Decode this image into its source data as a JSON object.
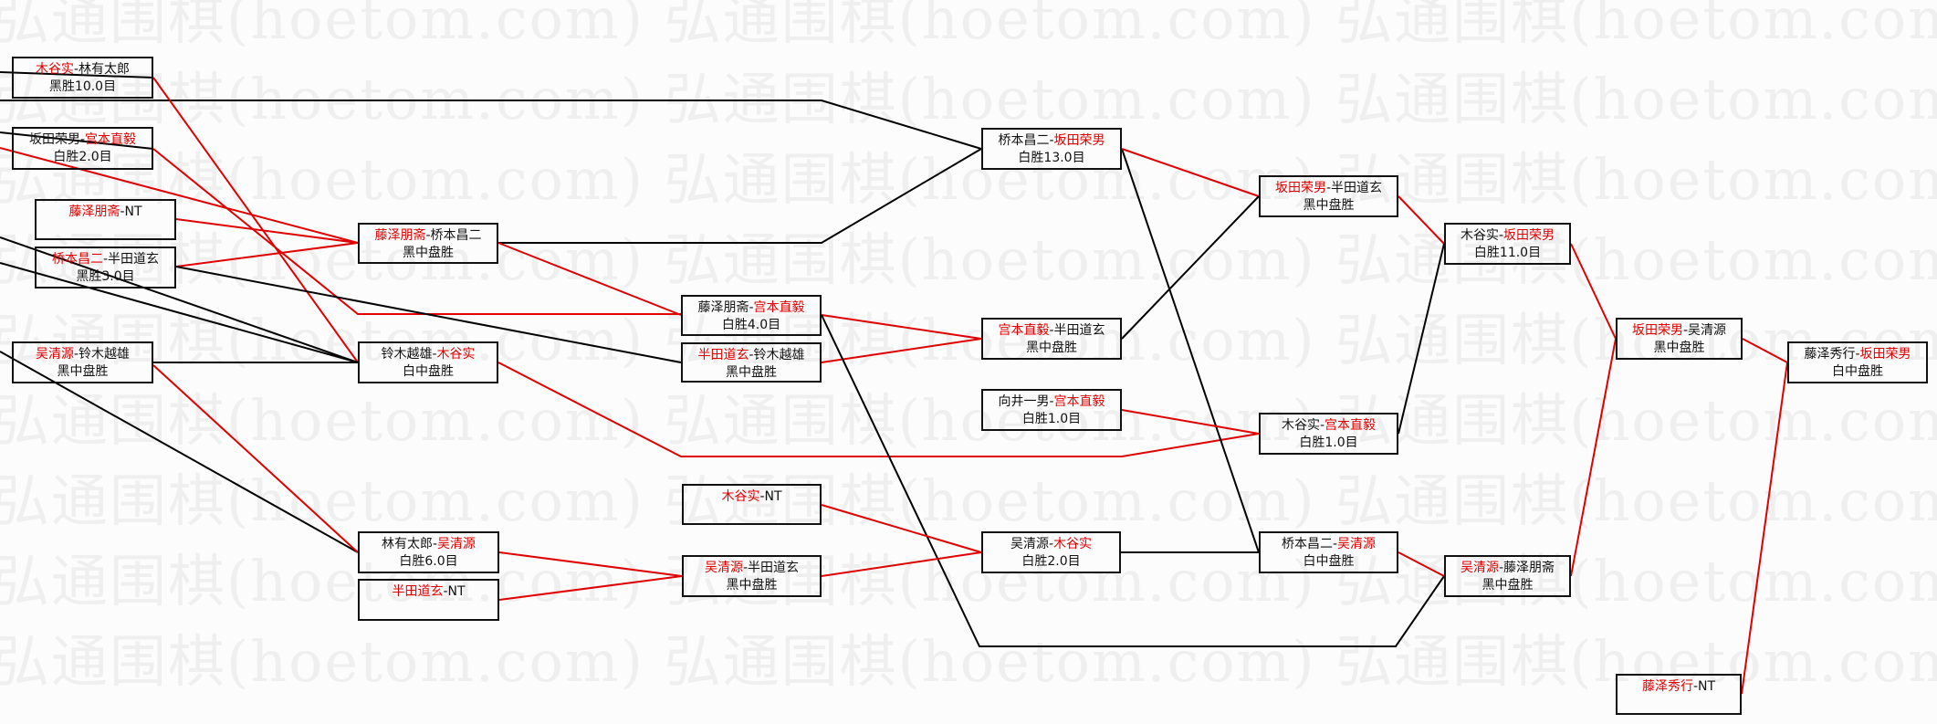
{
  "watermark": "弘通围棋(hoetom.com)",
  "colors": {
    "winner": "#e00000",
    "loser": "#000000",
    "watermark": "#efefef"
  },
  "separator": "-",
  "matches": [
    {
      "p1": "木谷实",
      "p2": "林有太郎",
      "winner": 1,
      "result": "黑胜10.0目"
    },
    {
      "p1": "坂田荣男",
      "p2": "宫本直毅",
      "winner": 2,
      "result": "白胜2.0目"
    },
    {
      "p1": "藤泽朋斋",
      "p2": "NT",
      "winner": 1,
      "result": ""
    },
    {
      "p1": "桥本昌二",
      "p2": "半田道玄",
      "winner": 1,
      "result": "黑胜3.0目"
    },
    {
      "p1": "吴清源",
      "p2": "铃木越雄",
      "winner": 1,
      "result": "黑中盘胜"
    },
    {
      "p1": "藤泽朋斋",
      "p2": "桥本昌二",
      "winner": 1,
      "result": "黑中盘胜"
    },
    {
      "p1": "铃木越雄",
      "p2": "木谷实",
      "winner": 2,
      "result": "白中盘胜"
    },
    {
      "p1": "林有太郎",
      "p2": "吴清源",
      "winner": 2,
      "result": "白胜6.0目"
    },
    {
      "p1": "半田道玄",
      "p2": "NT",
      "winner": 1,
      "result": ""
    },
    {
      "p1": "木谷实",
      "p2": "NT",
      "winner": 1,
      "result": ""
    },
    {
      "p1": "吴清源",
      "p2": "半田道玄",
      "winner": 1,
      "result": "黑中盘胜"
    },
    {
      "p1": "吴清源",
      "p2": "木谷实",
      "winner": 2,
      "result": "白胜2.0目"
    },
    {
      "p1": "藤泽朋斋",
      "p2": "宫本直毅",
      "winner": 2,
      "result": "白胜4.0目"
    },
    {
      "p1": "半田道玄",
      "p2": "铃木越雄",
      "winner": 1,
      "result": "黑中盘胜"
    },
    {
      "p1": "桥本昌二",
      "p2": "坂田荣男",
      "winner": 2,
      "result": "白胜13.0目"
    },
    {
      "p1": "宫本直毅",
      "p2": "半田道玄",
      "winner": 1,
      "result": "黑中盘胜"
    },
    {
      "p1": "向井一男",
      "p2": "宫本直毅",
      "winner": 2,
      "result": "白胜1.0目"
    },
    {
      "p1": "坂田荣男",
      "p2": "半田道玄",
      "winner": 1,
      "result": "黑中盘胜"
    },
    {
      "p1": "木谷实",
      "p2": "坂田荣男",
      "winner": 2,
      "result": "白胜11.0目"
    },
    {
      "p1": "木谷实",
      "p2": "宫本直毅",
      "winner": 2,
      "result": "白胜1.0目"
    },
    {
      "p1": "坂田荣男",
      "p2": "吴清源",
      "winner": 1,
      "result": "黑中盘胜"
    },
    {
      "p1": "藤泽秀行",
      "p2": "坂田荣男",
      "winner": 2,
      "result": "白中盘胜"
    },
    {
      "p1": "桥本昌二",
      "p2": "吴清源",
      "winner": 2,
      "result": "白中盘胜"
    },
    {
      "p1": "吴清源",
      "p2": "藤泽朋斋",
      "winner": 1,
      "result": "黑中盘胜"
    },
    {
      "p1": "藤泽秀行",
      "p2": "NT",
      "winner": 1,
      "result": ""
    }
  ]
}
